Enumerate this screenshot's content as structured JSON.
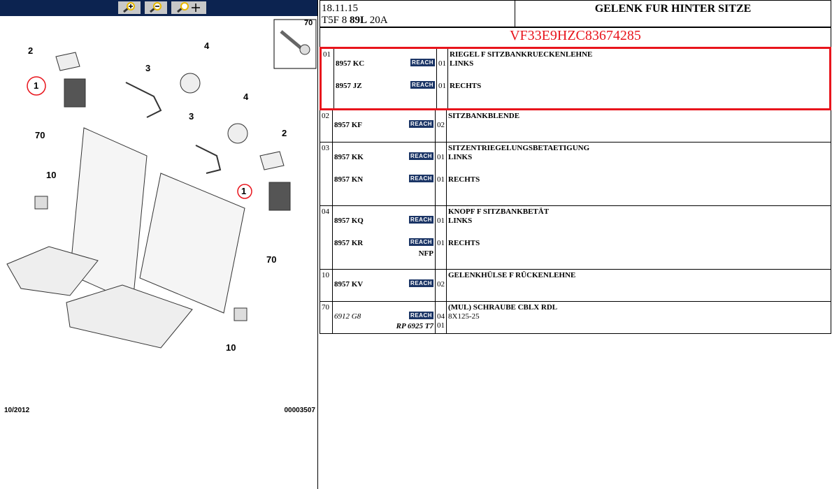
{
  "toolbar": {
    "zoom_in": "zoom-in-icon",
    "zoom_out": "zoom-out-icon",
    "zoom_fit": "zoom-pan-icon"
  },
  "diagram": {
    "callouts": [
      "1",
      "2",
      "3",
      "4",
      "70",
      "3",
      "4",
      "2",
      "1",
      "70",
      "10",
      "10",
      "70"
    ],
    "date": "10/2012",
    "ref": "00003507"
  },
  "header": {
    "date": "18.11.15",
    "code_pre": "T5F 8 ",
    "code_bold": "89L",
    "code_post": " 20A",
    "title": "GELENK FUR HINTER SITZE"
  },
  "vin": "VF33E9HZC83674285",
  "reach_label": "REACH",
  "groups": [
    {
      "num": "01",
      "desc": "RIEGEL F SITZBANKRUECKENLEHNE",
      "parts": [
        {
          "pn": "8957 KC",
          "qty": "01",
          "desc": "LINKS"
        },
        {
          "pn": "8957 JZ",
          "qty": "01",
          "desc": "RECHTS"
        }
      ]
    },
    {
      "num": "02",
      "desc": "SITZBANKBLENDE",
      "parts": [
        {
          "pn": "8957 KF",
          "qty": "02"
        }
      ]
    },
    {
      "num": "03",
      "desc": "SITZENTRIEGELUNGSBETAETIGUNG",
      "parts": [
        {
          "pn": "8957 KK",
          "qty": "01",
          "desc": "LINKS"
        },
        {
          "pn": "8957 KN",
          "qty": "01",
          "desc": "RECHTS"
        }
      ]
    },
    {
      "num": "04",
      "desc": "KNOPF F SITZBANKBETÄT",
      "parts": [
        {
          "pn": "8957 KQ",
          "qty": "01",
          "desc": "LINKS"
        },
        {
          "pn": "8957 KR",
          "qty": "01",
          "desc": "RECHTS",
          "note": "NFP"
        }
      ]
    },
    {
      "num": "10",
      "desc": "GELENKHÜLSE F RÜCKENLEHNE",
      "parts": [
        {
          "pn": "8957 KV",
          "qty": "02"
        }
      ]
    },
    {
      "num": "70",
      "desc": "(MUL) SCHRAUBE CBLX RDL",
      "desc2": "8X125-25",
      "parts": [
        {
          "pn": "6912 G8",
          "qty": "04",
          "alt": "RP 6925 T7",
          "alt_qty": "01"
        }
      ]
    }
  ]
}
